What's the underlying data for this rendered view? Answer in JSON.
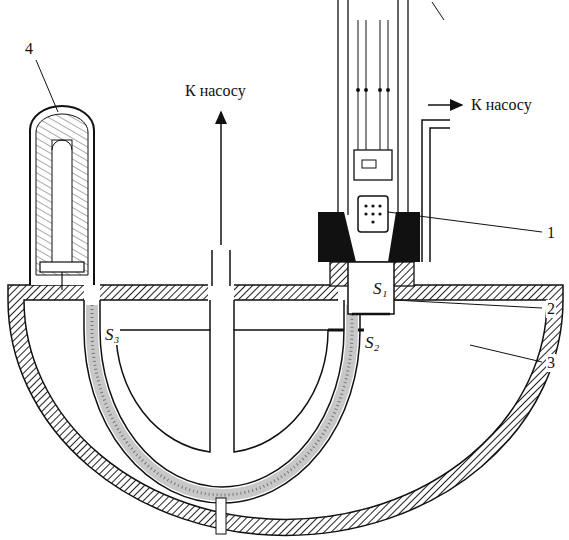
{
  "diagram": {
    "labels": [
      "4",
      "К насосу",
      "К насосу",
      "1",
      "S₁",
      "2",
      "S₂",
      "3",
      "S₃"
    ]
  }
}
